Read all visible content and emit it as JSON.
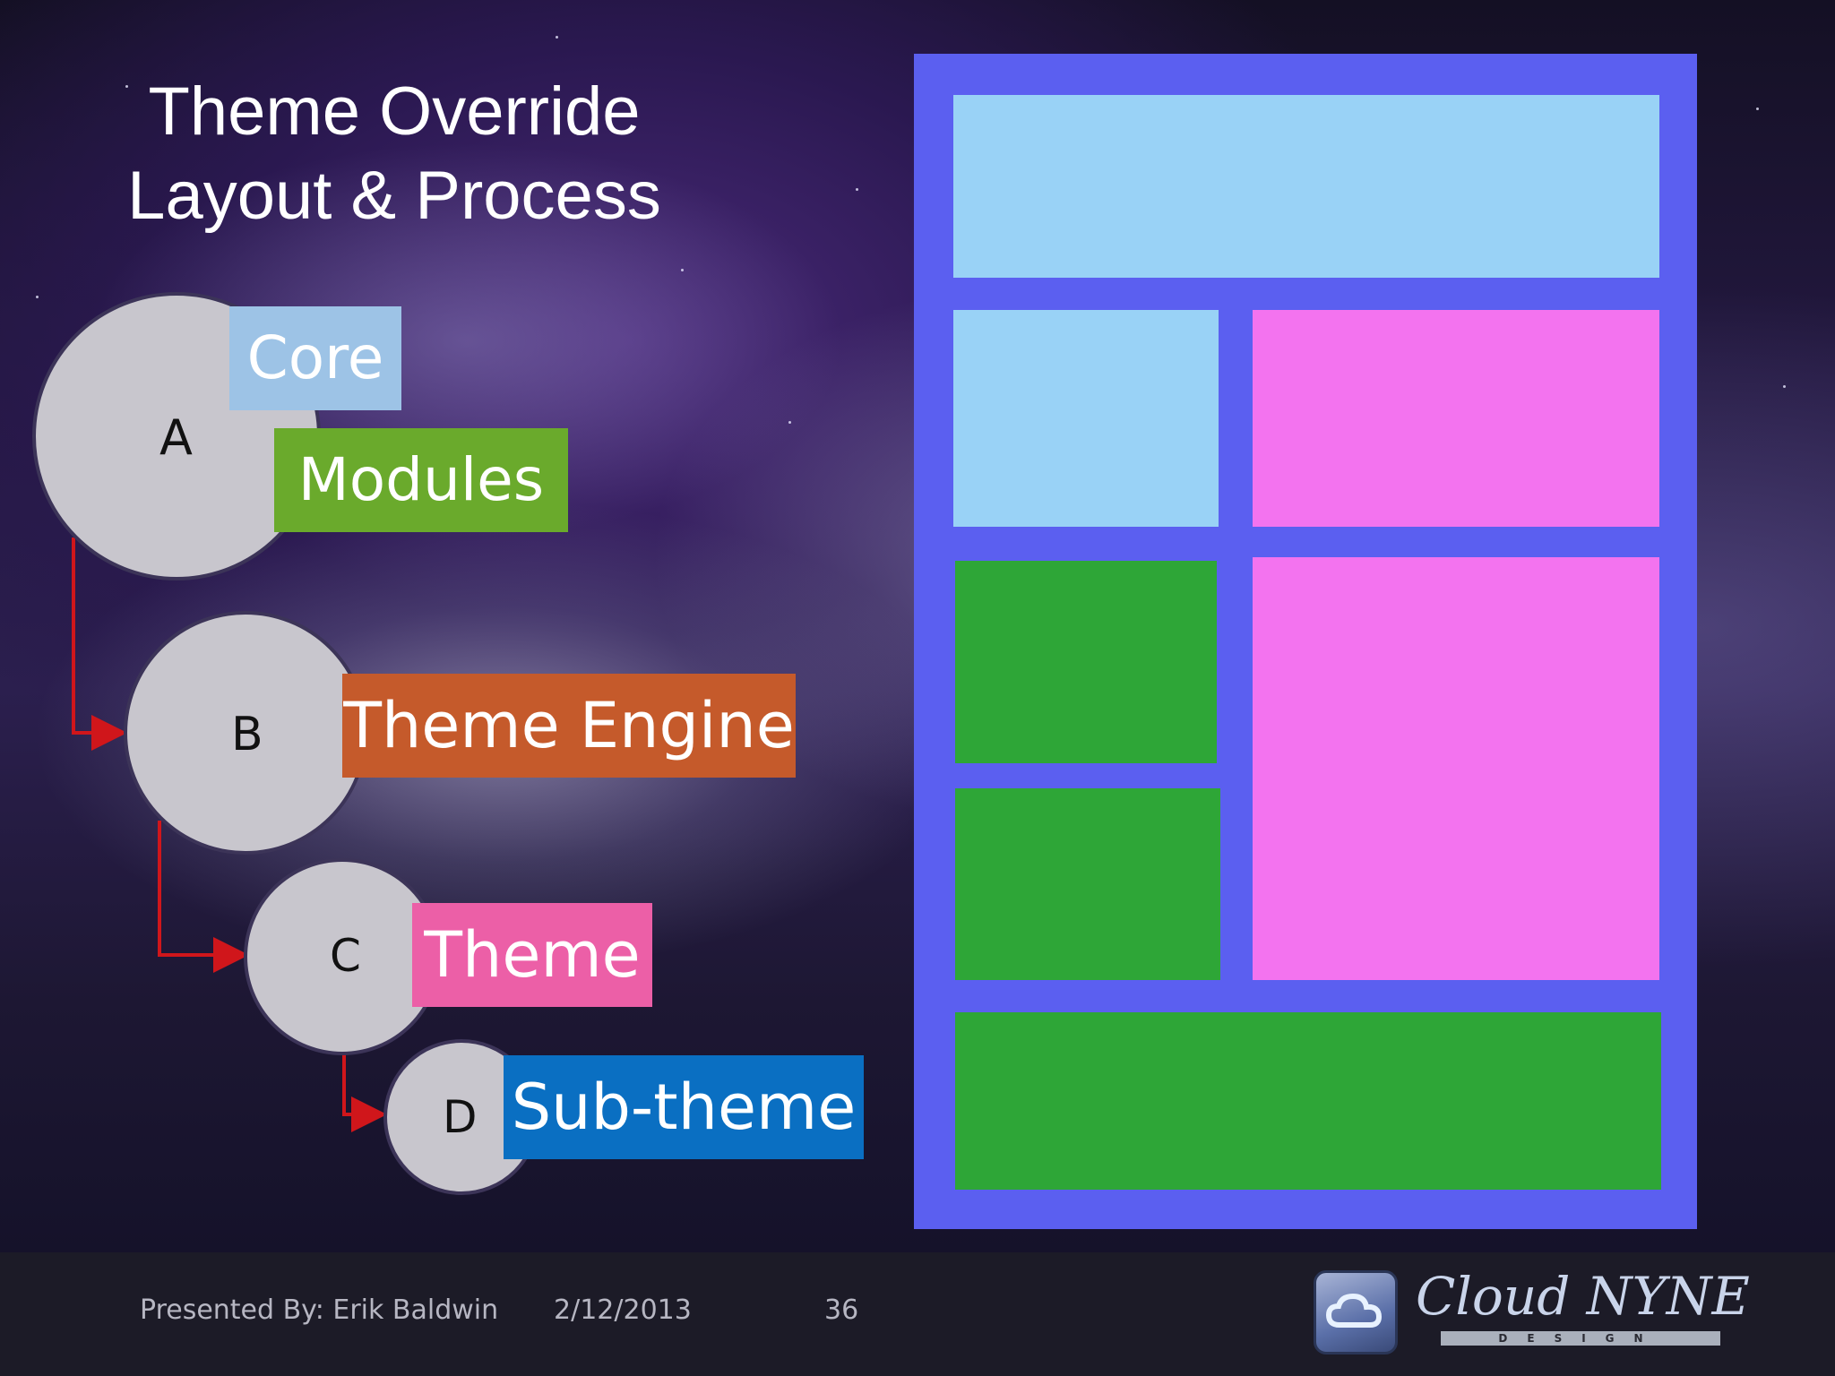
{
  "slide": {
    "title_line1": "Theme Override",
    "title_line2": "Layout & Process"
  },
  "diagram": {
    "steps": [
      {
        "letter": "A",
        "labels": [
          {
            "text": "Core",
            "color": "#9dc3e6"
          },
          {
            "text": "Modules",
            "color": "#6aaa2c"
          }
        ]
      },
      {
        "letter": "B",
        "labels": [
          {
            "text": "Theme Engine",
            "color": "#c55a2b"
          }
        ]
      },
      {
        "letter": "C",
        "labels": [
          {
            "text": "Theme",
            "color": "#ec5fa7"
          }
        ]
      },
      {
        "letter": "D",
        "labels": [
          {
            "text": "Sub-theme",
            "color": "#0a6fc2"
          }
        ]
      }
    ],
    "connector_color": "#d0161b",
    "circle_color": "#c8c6cd"
  },
  "layout_mockup": {
    "frame_color": "#5b5ff0",
    "colors": {
      "blue": "#99d2f6",
      "pink": "#f373ef",
      "green": "#2ea637"
    }
  },
  "footer": {
    "presenter": "Presented By: Erik Baldwin",
    "date": "2/12/2013",
    "page": "36",
    "logo_text": "Cloud NYNE",
    "logo_sub": "DESIGN"
  }
}
